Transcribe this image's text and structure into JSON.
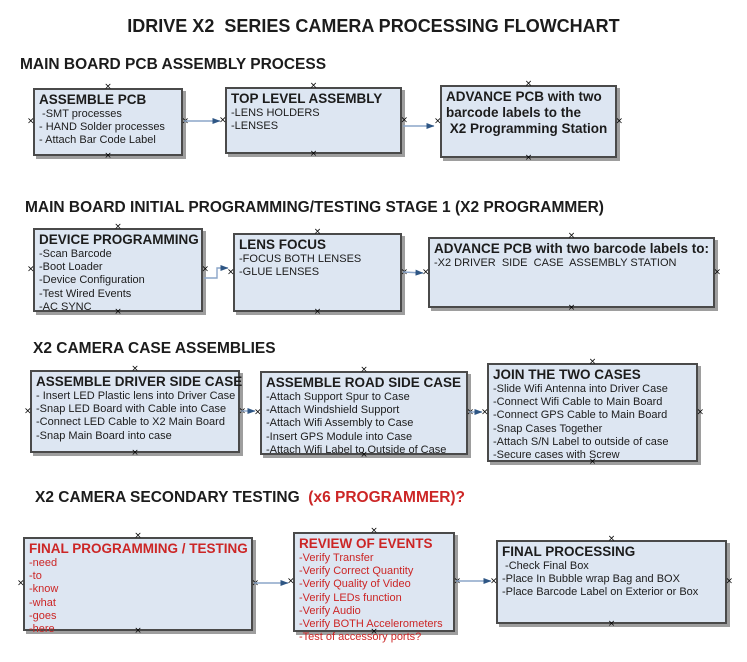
{
  "title": "IDRIVE X2  SERIES CAMERA PROCESSING FLOWCHART",
  "colors": {
    "background": "#ffffff",
    "text_black": "#1c1c1c",
    "text_red": "#cc2626",
    "box_fill": "#dde6f2",
    "box_border": "#4a4a4a",
    "box_shadow": "#9e9e9e",
    "arrow_line": "#8ca6c9",
    "arrow_head": "#2e5684"
  },
  "sections": [
    {
      "heading": "MAIN BOARD PCB ASSEMBLY PROCESS",
      "heading_red": "",
      "boxes": [
        {
          "title": "ASSEMBLE PCB",
          "items": [
            " -SMT processes",
            "- HAND Solder processes",
            "- Attach Bar Code Label"
          ]
        },
        {
          "title": "TOP LEVEL ASSEMBLY",
          "items": [
            "-LENS HOLDERS",
            "-LENSES"
          ]
        },
        {
          "title": "ADVANCE PCB with two\nbarcode labels to the\n X2 Programming Station",
          "items": []
        }
      ]
    },
    {
      "heading": "MAIN BOARD INITIAL PROGRAMMING/TESTING STAGE 1 (X2 PROGRAMMER)",
      "heading_red": "",
      "boxes": [
        {
          "title": "DEVICE PROGRAMMING",
          "items": [
            "-Scan Barcode",
            "-Boot Loader",
            "-Device Configuration",
            "-Test Wired Events",
            "-AC SYNC"
          ]
        },
        {
          "title": "LENS FOCUS",
          "items": [
            "-FOCUS BOTH LENSES",
            "-GLUE LENSES"
          ]
        },
        {
          "title": "ADVANCE PCB with two barcode labels to:",
          "items": [
            "-X2 DRIVER  SIDE  CASE  ASSEMBLY STATION"
          ]
        }
      ]
    },
    {
      "heading": "X2 CAMERA CASE ASSEMBLIES",
      "heading_red": "",
      "boxes": [
        {
          "title": "ASSEMBLE DRIVER SIDE CASE",
          "items": [
            "- Insert LED Plastic lens into Driver Case",
            "-Snap LED Board with Cable into Case",
            "-Connect LED Cable to X2 Main Board",
            "-Snap Main Board into case"
          ]
        },
        {
          "title": "ASSEMBLE ROAD SIDE CASE",
          "items": [
            "-Attach Support Spur to Case",
            "-Attach Windshield Support",
            "-Attach Wifi Assembly to Case",
            "-Insert GPS Module into Case",
            "-Attach Wifi Label to Outside of Case"
          ]
        },
        {
          "title": "JOIN THE TWO CASES",
          "items": [
            "-Slide Wifi Antenna into Driver Case",
            "-Connect Wifi Cable to Main Board",
            "-Connect GPS Cable to Main Board",
            "-Snap Cases Together",
            "-Attach S/N Label to outside of case",
            "-Secure cases with Screw"
          ]
        }
      ]
    },
    {
      "heading": "X2 CAMERA SECONDARY TESTING  ",
      "heading_red": "(x6 PROGRAMMER)?",
      "boxes": [
        {
          "title": "FINAL PROGRAMMING / TESTING",
          "items": [
            "-need",
            "-to",
            "-know",
            "-what",
            "-goes",
            "-here"
          ]
        },
        {
          "title": "REVIEW OF EVENTS",
          "items": [
            "-Verify Transfer",
            "-Verify Correct Quantity",
            "-Verify Quality of Video",
            "-Verify LEDs function",
            "-Verify Audio",
            "-Verify BOTH Accelerometers",
            "-Test of accessory ports?"
          ]
        },
        {
          "title": "FINAL PROCESSING",
          "items": [
            " -Check Final Box",
            "-Place In Bubble wrap Bag and BOX",
            "-Place Barcode Label on Exterior or Box"
          ]
        }
      ]
    }
  ]
}
